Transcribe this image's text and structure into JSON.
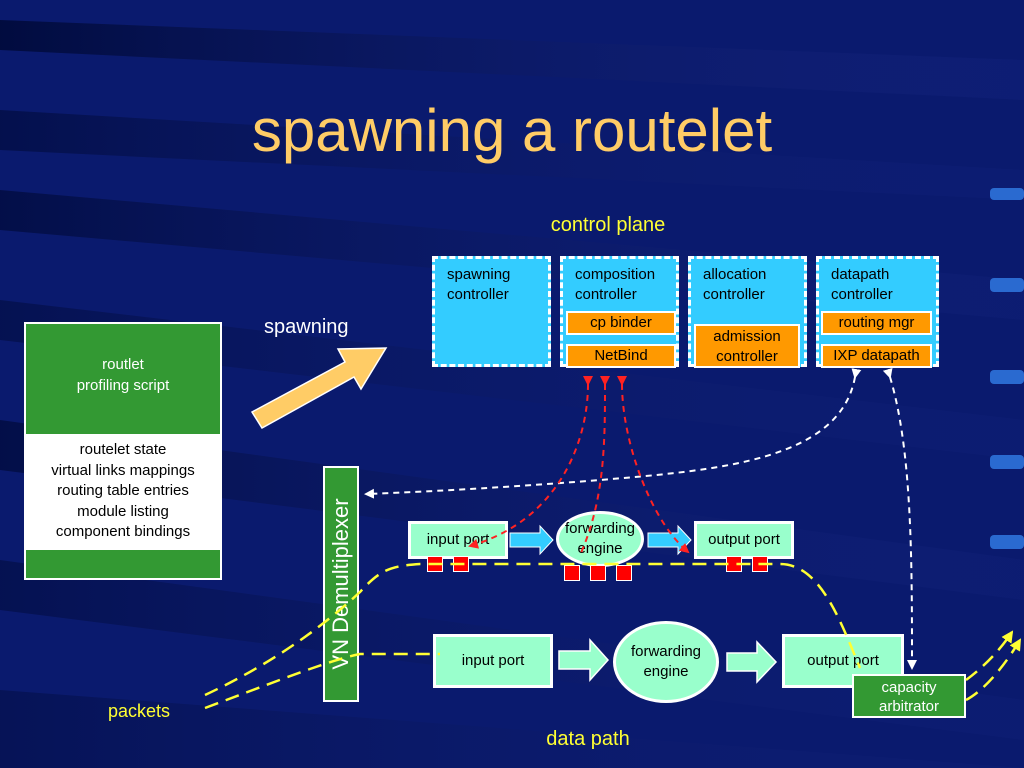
{
  "title": "spawning a routelet",
  "labels": {
    "control_plane": "control plane",
    "spawning": "spawning",
    "data_path": "data path",
    "packets": "packets"
  },
  "controllers": [
    {
      "name_line1": "spawning",
      "name_line2": "controller",
      "sub": []
    },
    {
      "name_line1": "composition",
      "name_line2": "controller",
      "sub": [
        "cp binder",
        "NetBind"
      ]
    },
    {
      "name_line1": "allocation",
      "name_line2": "controller",
      "sub": [
        "admission controller"
      ]
    },
    {
      "name_line1": "datapath",
      "name_line2": "controller",
      "sub": [
        "routing mgr",
        "IXP datapath"
      ]
    }
  ],
  "profile": {
    "header_line1": "routlet",
    "header_line2": "profiling script",
    "items": [
      "routelet state",
      "virtual links mappings",
      "routing table entries",
      "module listing",
      "component bindings"
    ]
  },
  "demux_label": "VN Demultiplexer",
  "routelet_path": {
    "input": "input port",
    "engine_line1": "forwarding",
    "engine_line2": "engine",
    "output": "output port"
  },
  "base_path": {
    "input": "input port",
    "engine_line1": "forwarding",
    "engine_line2": "engine",
    "output": "output port"
  },
  "arbiter": {
    "line1": "capacity",
    "line2": "arbitrator"
  },
  "colors": {
    "background": "#0a1a6e",
    "title": "#ffcc66",
    "accent_yellow": "#ffff33",
    "cp_box": "#33ccff",
    "orange": "#ff9900",
    "port": "#99ffcc",
    "green": "#339933",
    "red": "#ff0000"
  }
}
